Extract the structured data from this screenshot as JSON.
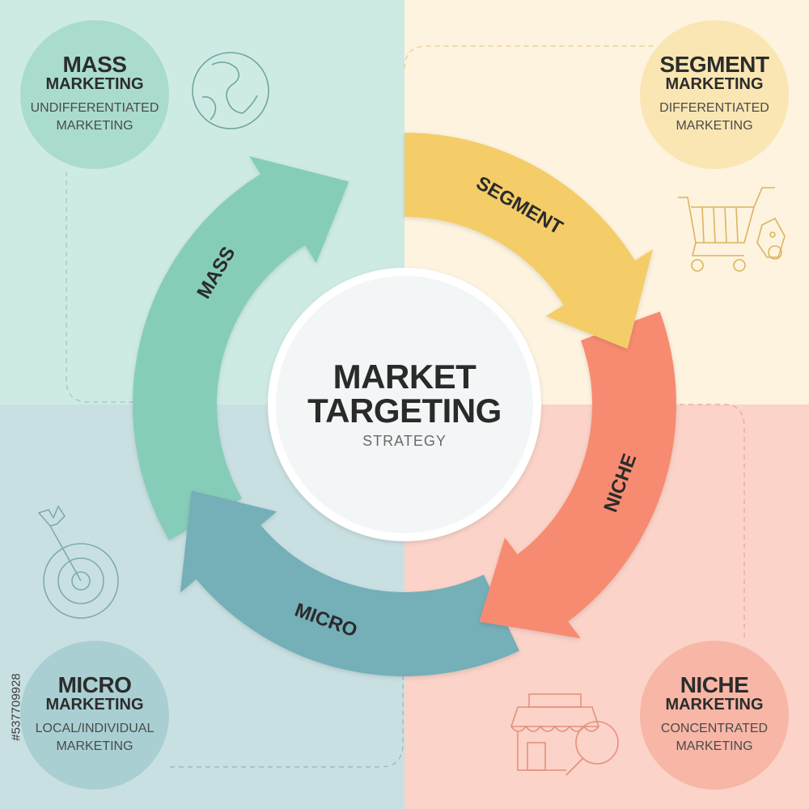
{
  "colors": {
    "mass": "#86cdb9",
    "segment": "#f4cd68",
    "niche": "#f78b71",
    "micro": "#74afb8"
  },
  "center": {
    "title_line1": "MARKET",
    "title_line2": "TARGETING",
    "subtitle": "STRATEGY"
  },
  "ring": {
    "mass": "MASS",
    "segment": "SEGMENT",
    "niche": "NICHE",
    "micro": "MICRO"
  },
  "corners": {
    "mass": {
      "title": "MASS",
      "sub": "MARKETING",
      "desc1": "UNDIFFERENTIATED",
      "desc2": "MARKETING",
      "icon": "globe-icon"
    },
    "segment": {
      "title": "SEGMENT",
      "sub": "MARKETING",
      "desc1": "DIFFERENTIATED",
      "desc2": "MARKETING",
      "icon": "shopping-cart-icon"
    },
    "micro": {
      "title": "MICRO",
      "sub": "MARKETING",
      "desc1": "LOCAL/INDIVIDUAL",
      "desc2": "MARKETING",
      "icon": "target-icon"
    },
    "niche": {
      "title": "NICHE",
      "sub": "MARKETING",
      "desc1": "CONCENTRATED",
      "desc2": "MARKETING",
      "icon": "store-search-icon"
    }
  },
  "watermark": "#537709928"
}
